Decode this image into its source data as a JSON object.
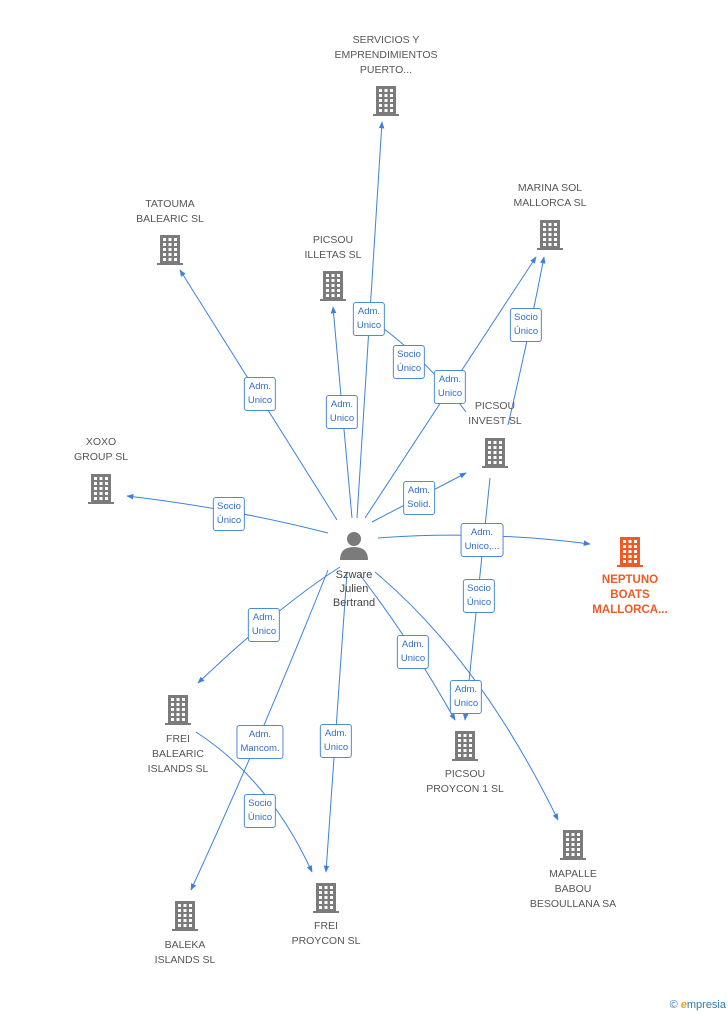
{
  "colors": {
    "edge": "#3c82dc",
    "building": "#7b7b7b",
    "building_focus": "#f05a24",
    "person": "#7b7b7b"
  },
  "person": {
    "label": [
      "Szware",
      "Julien",
      "Bertrand"
    ]
  },
  "nodes": [
    {
      "id": "servicios",
      "label": [
        "SERVICIOS Y",
        "EMPRENDIMIENTOS",
        "PUERTO..."
      ]
    },
    {
      "id": "tatouma",
      "label": [
        "TATOUMA",
        "BALEARIC SL"
      ]
    },
    {
      "id": "picsou_illetas",
      "label": [
        "PICSOU",
        "ILLETAS  SL"
      ]
    },
    {
      "id": "marina_sol",
      "label": [
        "MARINA SOL",
        "MALLORCA  SL"
      ]
    },
    {
      "id": "picsou_invest",
      "label": [
        "PICSOU",
        "INVEST  SL"
      ]
    },
    {
      "id": "xoxo",
      "label": [
        "XOXO",
        "GROUP  SL"
      ]
    },
    {
      "id": "neptuno",
      "label": [
        "NEPTUNO",
        "BOATS",
        "MALLORCA..."
      ],
      "focus": true
    },
    {
      "id": "frei_balearic",
      "label": [
        "FREI",
        "BALEARIC",
        "ISLANDS  SL"
      ]
    },
    {
      "id": "picsou_proycon",
      "label": [
        "PICSOU",
        "PROYCON 1  SL"
      ]
    },
    {
      "id": "mapalle",
      "label": [
        "MAPALLE",
        "BABOU",
        "BESOULLANA SA"
      ]
    },
    {
      "id": "baleka",
      "label": [
        "BALEKA",
        "ISLANDS  SL"
      ]
    },
    {
      "id": "frei_proycon",
      "label": [
        "FREI",
        "PROYCON  SL"
      ]
    }
  ],
  "edge_labels": [
    {
      "id": "e_servicios",
      "lines": [
        "Adm.",
        "Unico"
      ]
    },
    {
      "id": "e_tatouma",
      "lines": [
        "Adm.",
        "Unico"
      ]
    },
    {
      "id": "e_illetas",
      "lines": [
        "Adm.",
        "Unico"
      ]
    },
    {
      "id": "e_invest_illetas",
      "lines": [
        "Socio",
        "Único"
      ]
    },
    {
      "id": "e_marina",
      "lines": [
        "Adm.",
        "Unico"
      ]
    },
    {
      "id": "e_invest_marina",
      "lines": [
        "Socio",
        "Único"
      ]
    },
    {
      "id": "e_invest",
      "lines": [
        "Adm.",
        "Solid."
      ]
    },
    {
      "id": "e_xoxo",
      "lines": [
        "Socio",
        "Único"
      ]
    },
    {
      "id": "e_neptuno",
      "lines": [
        "Adm.",
        "Unico,..."
      ]
    },
    {
      "id": "e_invest_proycon",
      "lines": [
        "Socio",
        "Único"
      ]
    },
    {
      "id": "e_frei_balearic",
      "lines": [
        "Adm.",
        "Unico"
      ]
    },
    {
      "id": "e_baleka",
      "lines": [
        "Adm.",
        "Mancom."
      ]
    },
    {
      "id": "e_frei_proycon",
      "lines": [
        "Adm.",
        "Unico"
      ]
    },
    {
      "id": "e_picsou_proycon",
      "lines": [
        "Adm.",
        "Unico"
      ]
    },
    {
      "id": "e_mapalle",
      "lines": [
        "Adm.",
        "Unico"
      ]
    },
    {
      "id": "e_balearic_frei",
      "lines": [
        "Socio",
        "Único"
      ]
    }
  ],
  "footer": {
    "copyright": "©",
    "brand_initial": "e",
    "brand_rest": "mpresia"
  }
}
